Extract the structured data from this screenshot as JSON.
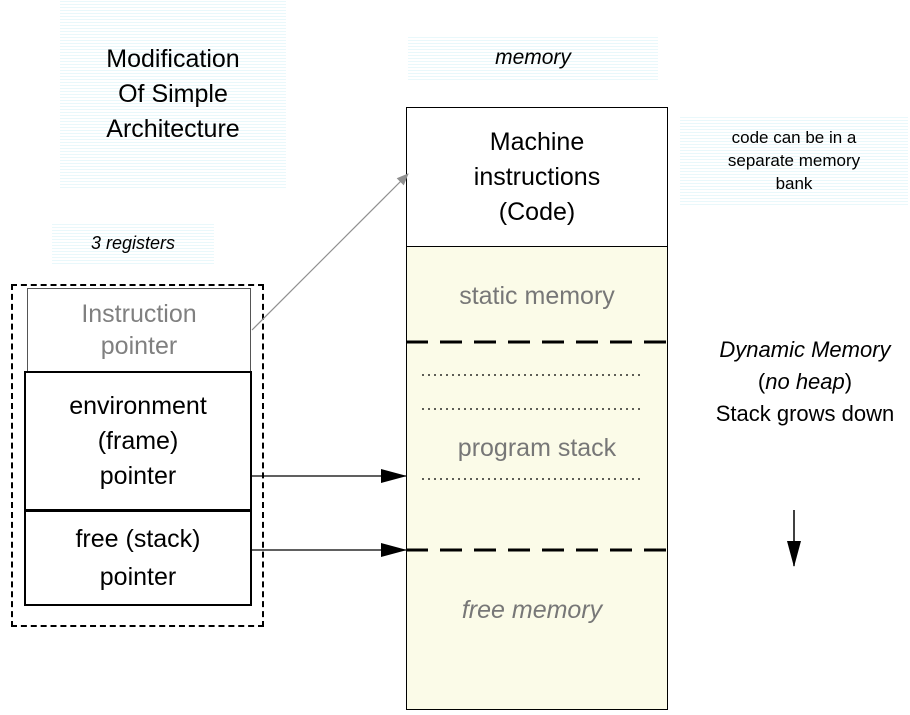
{
  "title": {
    "line1": "Modification",
    "line2": "Of Simple",
    "line3": "Architecture"
  },
  "memory_label": "memory",
  "code_note": {
    "line1": "code can be  in a",
    "line2": "separate memory",
    "line3": "bank"
  },
  "registers_label": "3 registers",
  "registers": {
    "instruction": {
      "line1": "Instruction",
      "line2": "pointer"
    },
    "environment": {
      "line1": "environment",
      "line2": "(frame)",
      "line3": "pointer"
    },
    "free": {
      "line1": "free (stack)",
      "line2": "pointer"
    }
  },
  "code_box": {
    "line1": "Machine",
    "line2": "instructions",
    "line3": "(Code)"
  },
  "static_memory": "static memory",
  "program_stack": "program stack",
  "free_memory": "free memory",
  "dynamic_note": {
    "line1": "Dynamic Memory",
    "line2_open": "(",
    "line2_italic": "no heap",
    "line2_close": ")",
    "line3": "Stack grows down"
  },
  "colors": {
    "data_fill": "#fbfbe8",
    "gray_text": "#777777",
    "shade": "#e9f8fb"
  }
}
